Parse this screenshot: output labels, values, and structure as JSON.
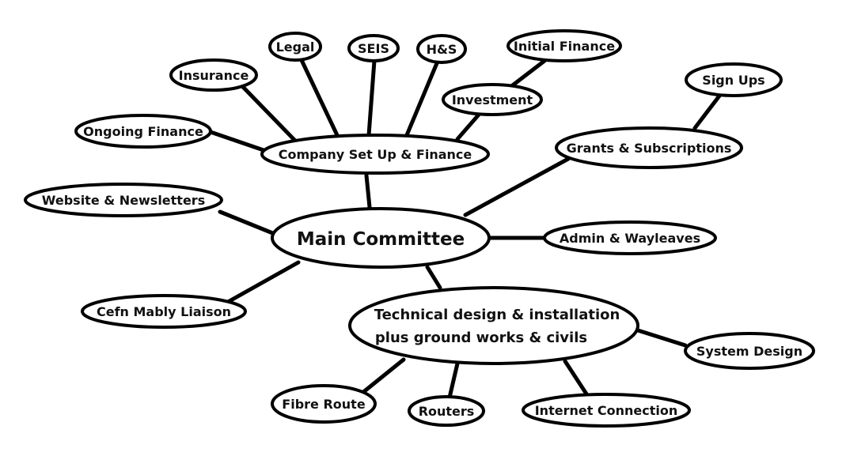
{
  "diagram": {
    "type": "mind-map",
    "center": "Main Committee",
    "nodes": {
      "main_committee": {
        "label": "Main Committee"
      },
      "company_setup_finance": {
        "label": "Company Set Up & Finance"
      },
      "ongoing_finance": {
        "label": "Ongoing Finance"
      },
      "insurance": {
        "label": "Insurance"
      },
      "legal": {
        "label": "Legal"
      },
      "seis": {
        "label": "SEIS"
      },
      "hs": {
        "label": "H&S"
      },
      "investment": {
        "label": "Investment"
      },
      "initial_finance": {
        "label": "Initial Finance"
      },
      "grants_subscriptions": {
        "label": "Grants & Subscriptions"
      },
      "sign_ups": {
        "label": "Sign Ups"
      },
      "website_newsletters": {
        "label": "Website & Newsletters"
      },
      "admin_wayleaves": {
        "label": "Admin & Wayleaves"
      },
      "cefn_mably_liaison": {
        "label": "Cefn Mably Liaison"
      },
      "technical_design": {
        "line1": "Technical design & installation",
        "line2": "plus ground works & civils"
      },
      "system_design": {
        "label": "System Design"
      },
      "fibre_route": {
        "label": "Fibre Route"
      },
      "routers": {
        "label": "Routers"
      },
      "internet_connection": {
        "label": "Internet Connection"
      }
    },
    "edges": [
      [
        "main_committee",
        "company_setup_finance"
      ],
      [
        "company_setup_finance",
        "ongoing_finance"
      ],
      [
        "company_setup_finance",
        "insurance"
      ],
      [
        "company_setup_finance",
        "legal"
      ],
      [
        "company_setup_finance",
        "seis"
      ],
      [
        "company_setup_finance",
        "hs"
      ],
      [
        "company_setup_finance",
        "investment"
      ],
      [
        "investment",
        "initial_finance"
      ],
      [
        "main_committee",
        "grants_subscriptions"
      ],
      [
        "grants_subscriptions",
        "sign_ups"
      ],
      [
        "main_committee",
        "website_newsletters"
      ],
      [
        "main_committee",
        "admin_wayleaves"
      ],
      [
        "main_committee",
        "cefn_mably_liaison"
      ],
      [
        "main_committee",
        "technical_design"
      ],
      [
        "technical_design",
        "system_design"
      ],
      [
        "technical_design",
        "fibre_route"
      ],
      [
        "technical_design",
        "routers"
      ],
      [
        "technical_design",
        "internet_connection"
      ]
    ]
  }
}
